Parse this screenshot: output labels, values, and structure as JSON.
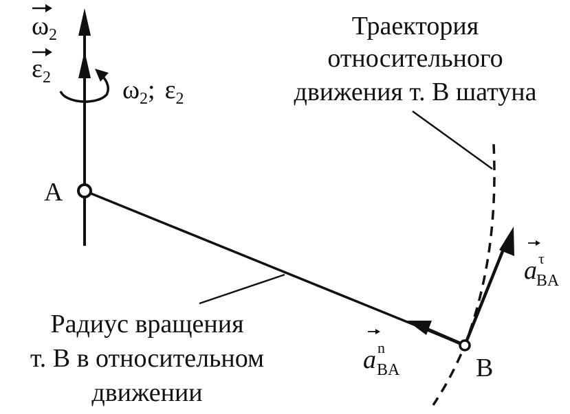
{
  "labels": {
    "omega_vec": "ω",
    "omega_vec_sub": "2",
    "epsilon_vec": "ε",
    "epsilon_vec_sub": "2",
    "rotation_omega": "ω",
    "rotation_omega_sub": "2",
    "rotation_sep": ";",
    "rotation_epsilon": "ε",
    "rotation_epsilon_sub": "2",
    "point_a": "A",
    "point_b": "B",
    "trajectory_line1": "Траектория",
    "trajectory_line2": "относительного",
    "trajectory_line3": "движения т. В шатуна",
    "radius_line1": "Радиус вращения",
    "radius_line2": "т. В в относительном",
    "radius_line3": "движении",
    "tangential_accel": "a",
    "tangential_accel_sup": "τ",
    "tangential_accel_sub": "BA",
    "normal_accel": "a",
    "normal_accel_sup": "n",
    "normal_accel_sub": "BA"
  },
  "colors": {
    "ink": "#111111",
    "background": "#ffffff"
  }
}
